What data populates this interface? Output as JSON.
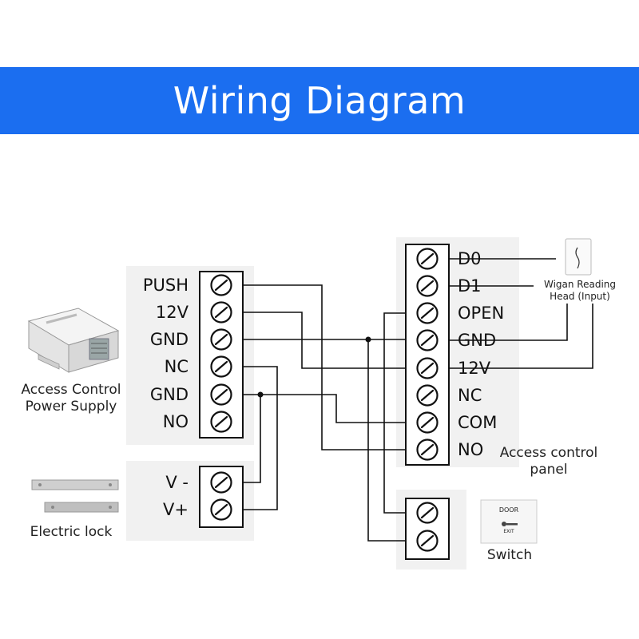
{
  "title": "Wiring Diagram",
  "colors": {
    "banner": "#1b6ef0",
    "wire": "#111111",
    "panel_bg": "#f1f1f1"
  },
  "devices": {
    "power_supply": {
      "caption_line1": "Access Control",
      "caption_line2": "Power Supply",
      "terminals": [
        "PUSH",
        "12V",
        "GND",
        "NC",
        "GND",
        "NO"
      ]
    },
    "electric_lock": {
      "caption": "Electric lock",
      "terminals": [
        "V -",
        "V+"
      ]
    },
    "access_panel": {
      "caption_line1": "Access control",
      "caption_line2": "panel",
      "terminals": [
        "D0",
        "D1",
        "OPEN",
        "GND",
        "12V",
        "NC",
        "COM",
        "NO"
      ]
    },
    "reader": {
      "caption_line1": "Wigan Reading",
      "caption_line2": "Head (Input)"
    },
    "switch": {
      "caption": "Switch",
      "plate_top": "DOOR",
      "plate_bottom": "EXIT"
    }
  }
}
